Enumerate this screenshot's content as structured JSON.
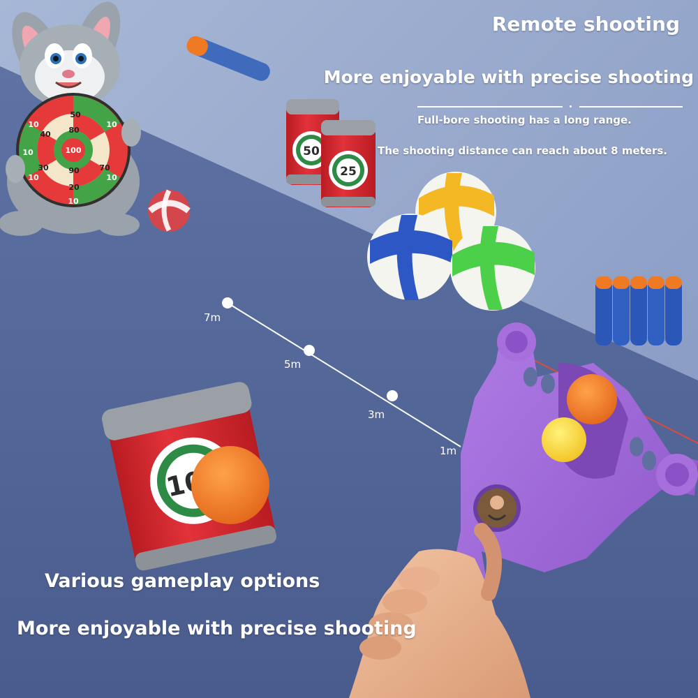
{
  "headline": "Remote shooting",
  "subheadline_top": "More enjoyable with precise shooting",
  "feature_1": "Full-bore shooting has a long range.",
  "feature_2": "The shooting distance can reach about 8 meters.",
  "caption_1": "Various gameplay options",
  "caption_2": "More enjoyable with precise shooting",
  "distance_markers": [
    "7m",
    "5m",
    "3m",
    "1m"
  ],
  "dartboard_scores": {
    "outer": [
      "10",
      "10",
      "10",
      "10",
      "10",
      "10"
    ],
    "ring_50": "50",
    "ring_40": "40",
    "ring_80": "80",
    "center": "100",
    "ring_30": "30",
    "ring_90": "90",
    "ring_70": "70",
    "ring_20": "20"
  },
  "can_labels": [
    "50",
    "25",
    "10"
  ],
  "colors": {
    "background_light": "#8ba0c6",
    "background_dark": "#55699b",
    "slingshot_purple": "#9a63d2",
    "can_red": "#d8262b",
    "foam_orange": "#f07a24"
  }
}
